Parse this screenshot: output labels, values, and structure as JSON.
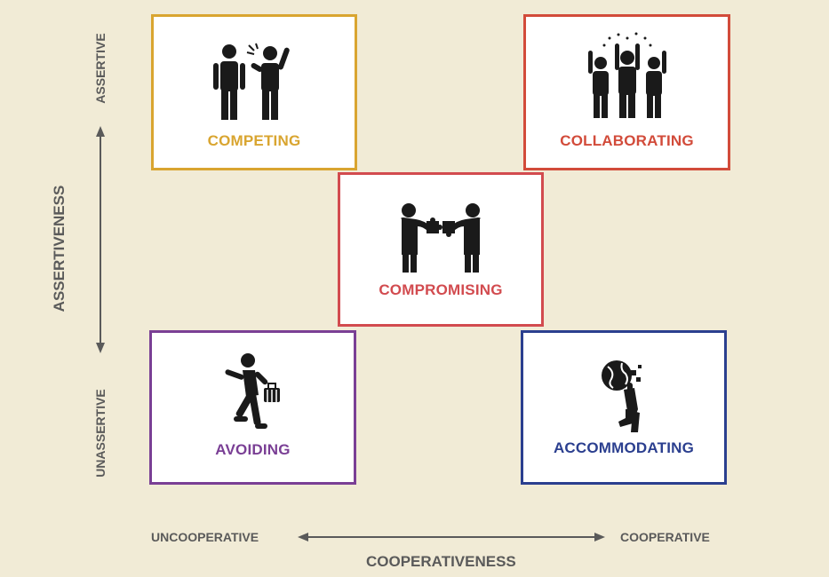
{
  "modes": {
    "competing": {
      "label": "COMPETING",
      "color": "#d9a530",
      "icon": "two-people-arguing-icon"
    },
    "collaborating": {
      "label": "COLLABORATING",
      "color": "#d24b3a",
      "icon": "three-people-cheering-icon"
    },
    "compromising": {
      "label": "COMPROMISING",
      "color": "#d24b4f",
      "icon": "two-people-puzzle-icon"
    },
    "avoiding": {
      "label": "AVOIDING",
      "color": "#7a3f95",
      "icon": "running-person-icon"
    },
    "accommodating": {
      "label": "ACCOMMODATING",
      "color": "#2b3f8f",
      "icon": "person-carrying-globe-icon"
    }
  },
  "axes": {
    "vertical": {
      "title": "ASSERTIVENESS",
      "high": "ASSERTIVE",
      "low": "UNASSERTIVE"
    },
    "horizontal": {
      "title": "COOPERATIVENESS",
      "low": "UNCOOPERATIVE",
      "high": "COOPERATIVE"
    }
  },
  "colors": {
    "background": "#f1ebd6",
    "axis": "#5a5a5a"
  }
}
